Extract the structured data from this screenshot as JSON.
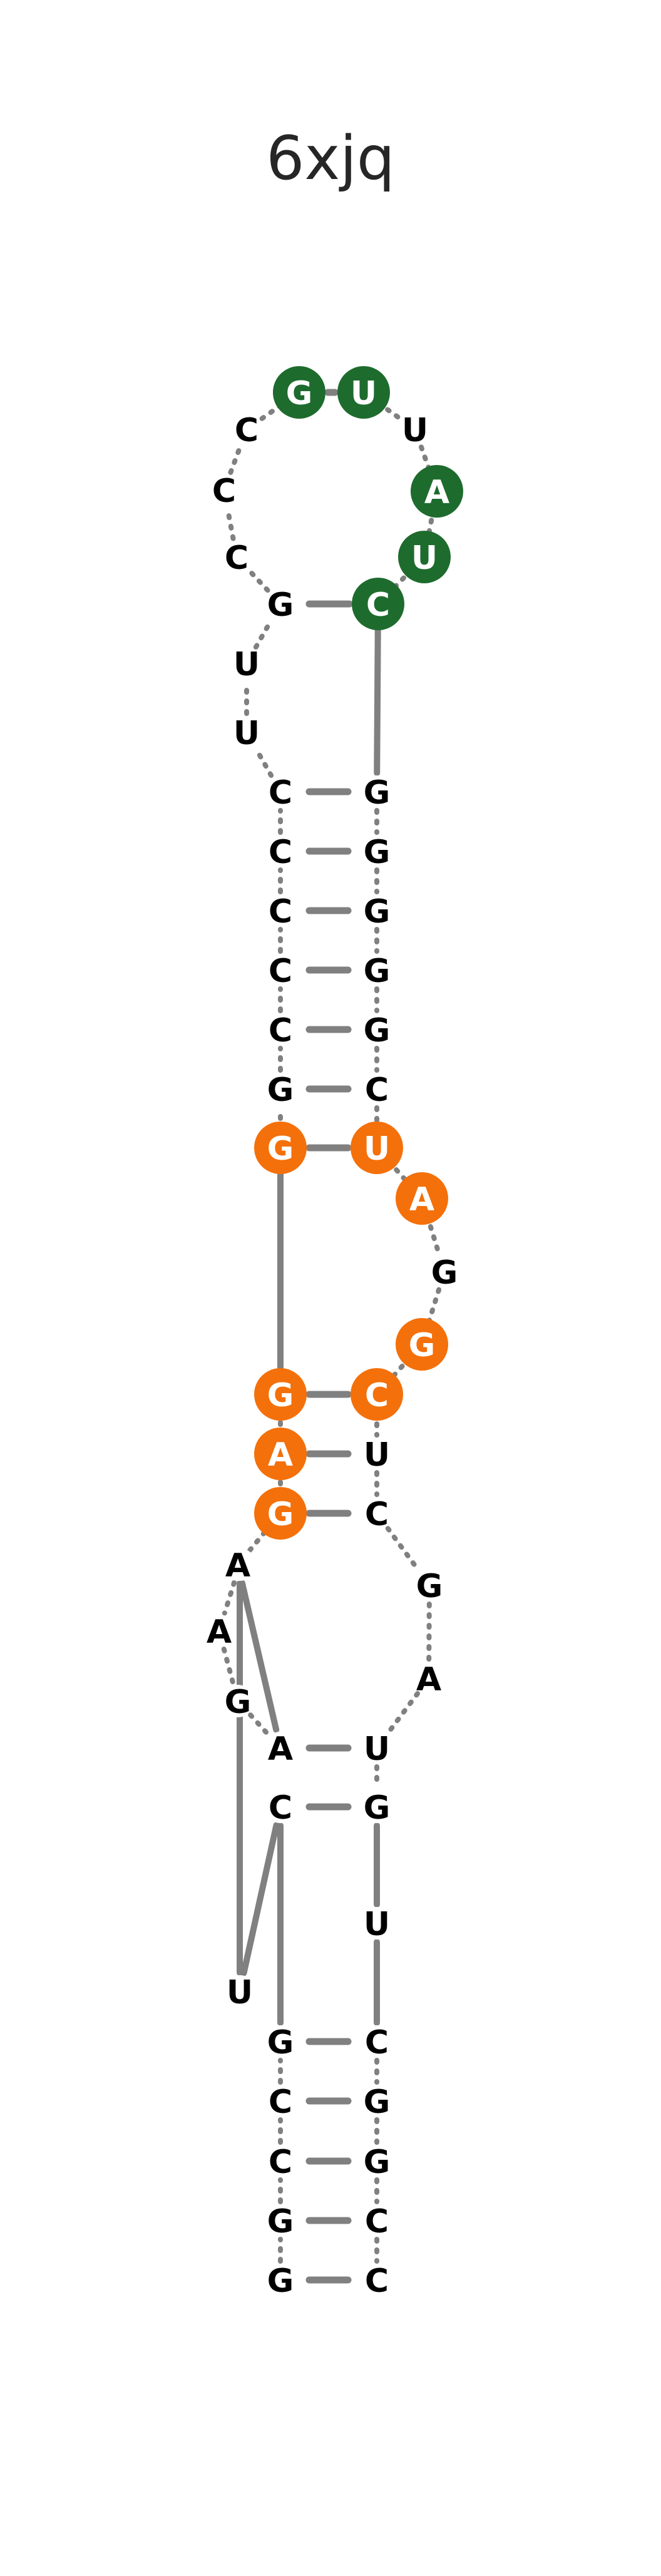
{
  "title": "6xjq",
  "colors": {
    "backbone": "#808080",
    "pair": "#808080",
    "highlight_green": "#1e6b2e",
    "highlight_orange": "#f4700a",
    "text_dark": "#000000",
    "text_light": "#ffffff"
  },
  "nucleotides": [
    {
      "id": "n1",
      "base": "G",
      "highlight": "none"
    },
    {
      "id": "n2",
      "base": "G",
      "highlight": "none"
    },
    {
      "id": "n3",
      "base": "C",
      "highlight": "none"
    },
    {
      "id": "n4",
      "base": "C",
      "highlight": "none"
    },
    {
      "id": "n5",
      "base": "G",
      "highlight": "none"
    },
    {
      "id": "n6",
      "base": "C",
      "highlight": "none"
    },
    {
      "id": "n7",
      "base": "U",
      "highlight": "none"
    },
    {
      "id": "n8",
      "base": "C",
      "highlight": "none"
    },
    {
      "id": "n9",
      "base": "A",
      "highlight": "none"
    },
    {
      "id": "n10",
      "base": "G",
      "highlight": "none"
    },
    {
      "id": "n11",
      "base": "A",
      "highlight": "none"
    },
    {
      "id": "n12",
      "base": "A",
      "highlight": "none"
    },
    {
      "id": "n13",
      "base": "G",
      "highlight": "orange"
    },
    {
      "id": "n14",
      "base": "A",
      "highlight": "orange"
    },
    {
      "id": "n15",
      "base": "G",
      "highlight": "orange"
    },
    {
      "id": "n16",
      "base": "G",
      "highlight": "orange"
    },
    {
      "id": "n17",
      "base": "G",
      "highlight": "none"
    },
    {
      "id": "n18",
      "base": "C",
      "highlight": "none"
    },
    {
      "id": "n19",
      "base": "C",
      "highlight": "none"
    },
    {
      "id": "n20",
      "base": "C",
      "highlight": "none"
    },
    {
      "id": "n21",
      "base": "C",
      "highlight": "none"
    },
    {
      "id": "n22",
      "base": "C",
      "highlight": "none"
    },
    {
      "id": "n23",
      "base": "U",
      "highlight": "none"
    },
    {
      "id": "n24",
      "base": "U",
      "highlight": "none"
    },
    {
      "id": "n25",
      "base": "G",
      "highlight": "none"
    },
    {
      "id": "n26",
      "base": "C",
      "highlight": "none"
    },
    {
      "id": "n27",
      "base": "C",
      "highlight": "none"
    },
    {
      "id": "n28",
      "base": "C",
      "highlight": "none"
    },
    {
      "id": "n29",
      "base": "G",
      "highlight": "green"
    },
    {
      "id": "n30",
      "base": "U",
      "highlight": "green"
    },
    {
      "id": "n31",
      "base": "U",
      "highlight": "none"
    },
    {
      "id": "n32",
      "base": "A",
      "highlight": "green"
    },
    {
      "id": "n33",
      "base": "U",
      "highlight": "green"
    },
    {
      "id": "n34",
      "base": "C",
      "highlight": "green"
    },
    {
      "id": "n35",
      "base": "G",
      "highlight": "none"
    },
    {
      "id": "n36",
      "base": "G",
      "highlight": "none"
    },
    {
      "id": "n37",
      "base": "G",
      "highlight": "none"
    },
    {
      "id": "n38",
      "base": "G",
      "highlight": "none"
    },
    {
      "id": "n39",
      "base": "G",
      "highlight": "none"
    },
    {
      "id": "n40",
      "base": "C",
      "highlight": "none"
    },
    {
      "id": "n41",
      "base": "U",
      "highlight": "orange"
    },
    {
      "id": "n42",
      "base": "A",
      "highlight": "orange"
    },
    {
      "id": "n43",
      "base": "G",
      "highlight": "none"
    },
    {
      "id": "n44",
      "base": "G",
      "highlight": "orange"
    },
    {
      "id": "n45",
      "base": "C",
      "highlight": "orange"
    },
    {
      "id": "n46",
      "base": "U",
      "highlight": "none"
    },
    {
      "id": "n47",
      "base": "C",
      "highlight": "none"
    },
    {
      "id": "n48",
      "base": "G",
      "highlight": "none"
    },
    {
      "id": "n49",
      "base": "A",
      "highlight": "none"
    },
    {
      "id": "n50",
      "base": "U",
      "highlight": "none"
    },
    {
      "id": "n51",
      "base": "G",
      "highlight": "none"
    },
    {
      "id": "n52",
      "base": "U",
      "highlight": "none"
    },
    {
      "id": "n53",
      "base": "C",
      "highlight": "none"
    },
    {
      "id": "n54",
      "base": "G",
      "highlight": "none"
    },
    {
      "id": "n55",
      "base": "G",
      "highlight": "none"
    },
    {
      "id": "n56",
      "base": "C",
      "highlight": "none"
    },
    {
      "id": "n57",
      "base": "C",
      "highlight": "none"
    }
  ],
  "pairs": [
    [
      "n1",
      "n57"
    ],
    [
      "n2",
      "n56"
    ],
    [
      "n3",
      "n55"
    ],
    [
      "n4",
      "n54"
    ],
    [
      "n5",
      "n53"
    ],
    [
      "n6",
      "n51"
    ],
    [
      "n11",
      "n50"
    ],
    [
      "n13",
      "n47"
    ],
    [
      "n14",
      "n46"
    ],
    [
      "n15",
      "n45"
    ],
    [
      "n16",
      "n41"
    ],
    [
      "n17",
      "n40"
    ],
    [
      "n18",
      "n39"
    ],
    [
      "n19",
      "n38"
    ],
    [
      "n20",
      "n37"
    ],
    [
      "n21",
      "n36"
    ],
    [
      "n22",
      "n35"
    ],
    [
      "n25",
      "n34"
    ],
    [
      "n29",
      "n30"
    ]
  ]
}
